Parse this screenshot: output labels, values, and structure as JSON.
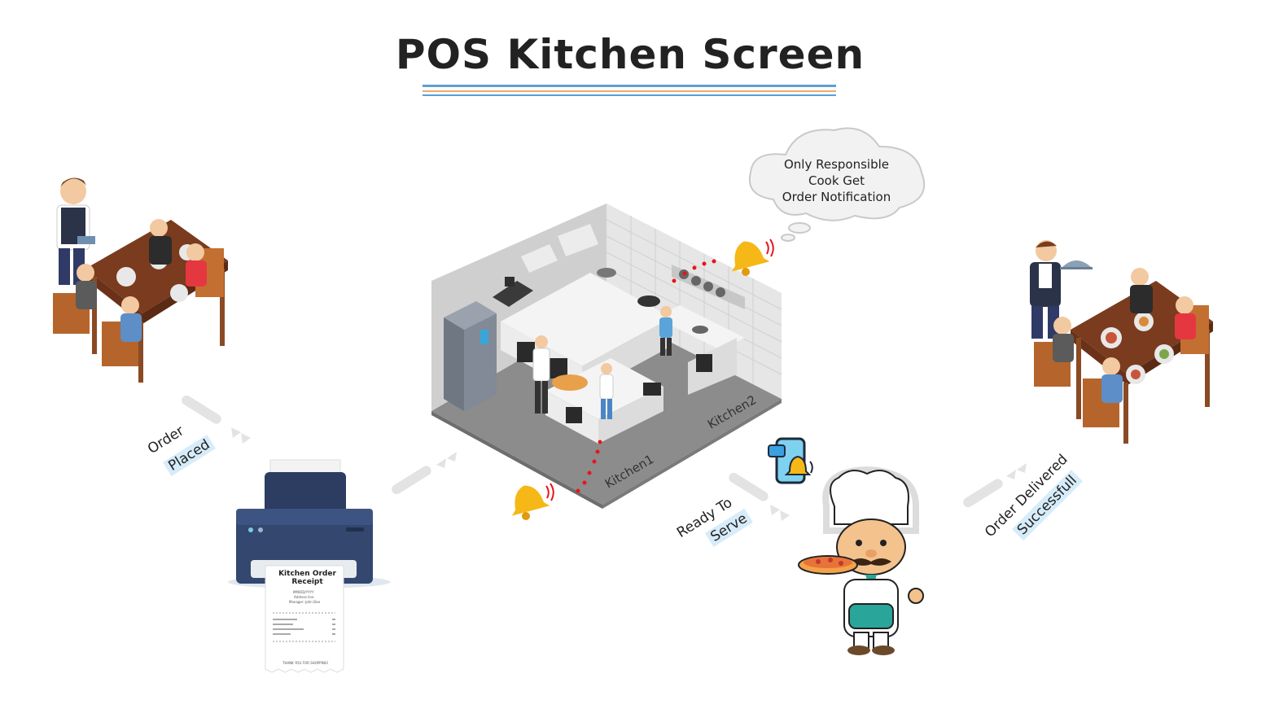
{
  "title": "POS Kitchen Screen",
  "colors": {
    "underline_blue": "#5a9fd4",
    "underline_orange": "#f0a96b",
    "highlight": "#d6ecfa",
    "bell": "#f6b817",
    "dots": "#e8141c"
  },
  "steps": [
    {
      "line1": "Order",
      "line2": "Placed"
    },
    {
      "line1": "Ready To",
      "line2": "Serve"
    },
    {
      "line1": "Order Delivered",
      "line2": "Successfull"
    }
  ],
  "kitchens": [
    "Kitchen1",
    "Kitchen2"
  ],
  "notification": {
    "line1": "Only Responsible",
    "line2": "Cook Get",
    "line3": "Order Notification"
  },
  "receipt": {
    "title": "Kitchen Order Receipt",
    "date": "MM/DD/YYYY",
    "address": "Address line",
    "manager": "Manager: John Doe",
    "footer": "THANK YOU FOR SHOPPING!"
  }
}
